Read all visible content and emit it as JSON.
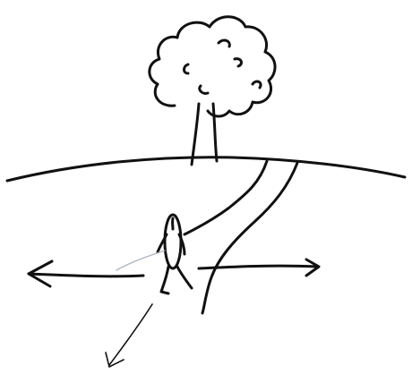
{
  "drawing": {
    "ink_color": "#111111",
    "background_color": "#ffffff",
    "subjects": [
      "tree",
      "horizon",
      "path",
      "person",
      "left-arrow",
      "right-arrow",
      "pointer-arrow"
    ]
  }
}
